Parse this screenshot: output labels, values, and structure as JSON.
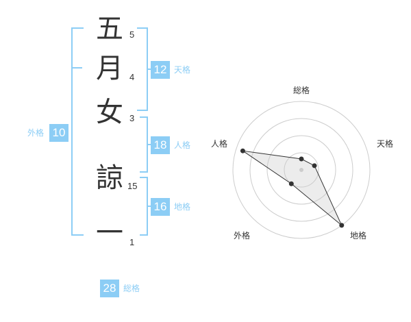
{
  "name_chars": [
    {
      "char": "五",
      "strokes": "5"
    },
    {
      "char": "月",
      "strokes": "4"
    },
    {
      "char": "女",
      "strokes": "3"
    },
    {
      "char": "諒",
      "strokes": "15"
    },
    {
      "char": "一",
      "strokes": "1"
    }
  ],
  "fortune": {
    "tenkaku": {
      "value": "12",
      "label": "天格"
    },
    "jinkaku": {
      "value": "18",
      "label": "人格"
    },
    "chikaku": {
      "value": "16",
      "label": "地格"
    },
    "gaikaku": {
      "value": "10",
      "label": "外格"
    },
    "soukaku": {
      "value": "28",
      "label": "総格"
    }
  },
  "colors": {
    "accent": "#8ccdf5",
    "text": "#333333",
    "grid": "#cccccc"
  },
  "chart_data": {
    "type": "radar",
    "axes": [
      "総格",
      "天格",
      "地格",
      "外格",
      "人格"
    ],
    "values": [
      0.16,
      0.2,
      1.0,
      0.25,
      0.9
    ],
    "rings": 4,
    "grid": true
  }
}
